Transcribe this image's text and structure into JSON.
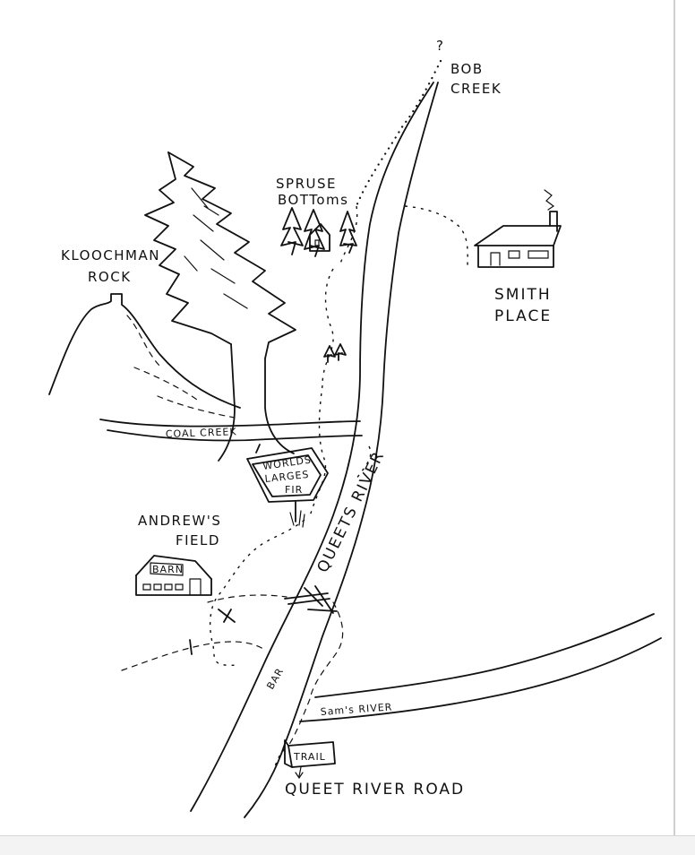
{
  "map": {
    "labels": {
      "question_mark": "?",
      "bob_creek_1": "BOB",
      "bob_creek_2": "CREEK",
      "spruse_1": "SPRUSE",
      "spruse_2": "BOTToms",
      "kloochman_1": "KLOOCHMAN",
      "kloochman_2": "ROCK",
      "smith_1": "SMITH",
      "smith_2": "PLACE",
      "coal_creek": "COAL CREEK",
      "fir_sign_1": "WORLDS",
      "fir_sign_2": "LARGES",
      "fir_sign_3": "FIR",
      "queets_river": "QUEETS RIVER",
      "andrews_1": "ANDREW'S",
      "andrews_2": "FIELD",
      "barn": "BARN",
      "bar": "BAR",
      "sams_river": "Sam's RIVER",
      "trail": "TRAIL",
      "road": "QUEET RIVER ROAD"
    },
    "icons": [
      "spruce-tree-icon",
      "cabin-icon",
      "house-icon",
      "barn-icon",
      "fir-tree-icon",
      "sign-icon",
      "crossing-icon"
    ],
    "colors": {
      "ink": "#111111",
      "paper": "#ffffff"
    }
  }
}
